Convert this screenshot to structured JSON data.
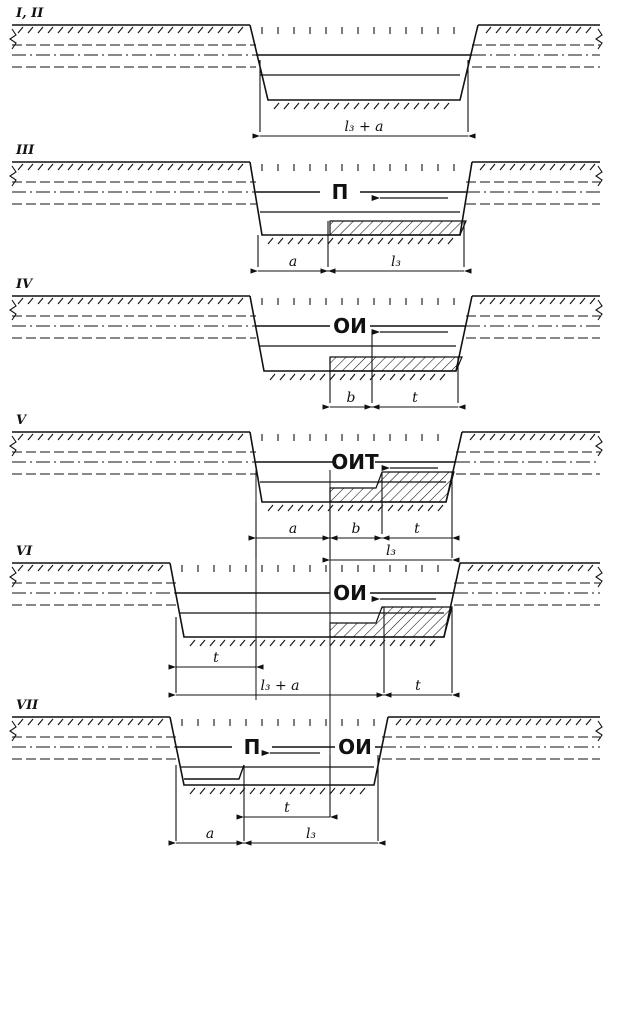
{
  "panels": [
    {
      "id": "I-II",
      "label": "I, II",
      "marks": [],
      "dims": [
        {
          "label": "l₃ + a"
        }
      ]
    },
    {
      "id": "III",
      "label": "III",
      "marks": [
        {
          "text": "П"
        }
      ],
      "dims": [
        {
          "label": "a"
        },
        {
          "label": "l₃"
        }
      ]
    },
    {
      "id": "IV",
      "label": "IV",
      "marks": [
        {
          "text": "ОИ"
        }
      ],
      "dims": [
        {
          "label": "b"
        },
        {
          "label": "t"
        }
      ]
    },
    {
      "id": "V",
      "label": "V",
      "marks": [
        {
          "text": "ОИТ"
        }
      ],
      "dims": [
        {
          "label": "a"
        },
        {
          "label": "b"
        },
        {
          "label": "t"
        },
        {
          "label": "l₃"
        }
      ]
    },
    {
      "id": "VI",
      "label": "VI",
      "marks": [
        {
          "text": "ОИ"
        }
      ],
      "dims": [
        {
          "label": "t"
        },
        {
          "label": "l₃ + a"
        },
        {
          "label": "t"
        }
      ]
    },
    {
      "id": "VII",
      "label": "VII",
      "marks": [
        {
          "text": "П"
        },
        {
          "text": "ОИ"
        }
      ],
      "dims": [
        {
          "label": "t"
        },
        {
          "label": "a"
        },
        {
          "label": "l₃"
        }
      ]
    }
  ]
}
